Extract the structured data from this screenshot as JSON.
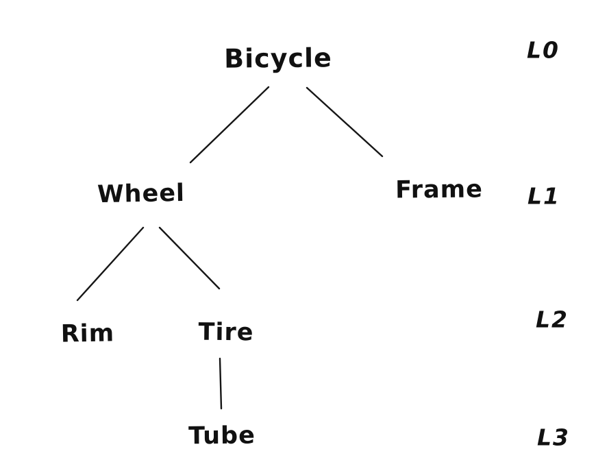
{
  "diagram": {
    "type": "tree",
    "colors": {
      "ink": "#111111",
      "background": "#ffffff"
    },
    "nodes": [
      {
        "id": "bicycle",
        "label": "Bicycle",
        "level": 0
      },
      {
        "id": "wheel",
        "label": "Wheel",
        "level": 1
      },
      {
        "id": "frame",
        "label": "Frame",
        "level": 1
      },
      {
        "id": "rim",
        "label": "Rim",
        "level": 2
      },
      {
        "id": "tire",
        "label": "Tire",
        "level": 2
      },
      {
        "id": "tube",
        "label": "Tube",
        "level": 3
      }
    ],
    "edges": [
      {
        "from": "Bicycle",
        "to": "Wheel"
      },
      {
        "from": "Bicycle",
        "to": "Frame"
      },
      {
        "from": "Wheel",
        "to": "Rim"
      },
      {
        "from": "Wheel",
        "to": "Tire"
      },
      {
        "from": "Tire",
        "to": "Tube"
      }
    ],
    "level_labels": [
      {
        "label": "L0"
      },
      {
        "label": "L1"
      },
      {
        "label": "L2"
      },
      {
        "label": "L3"
      }
    ]
  }
}
